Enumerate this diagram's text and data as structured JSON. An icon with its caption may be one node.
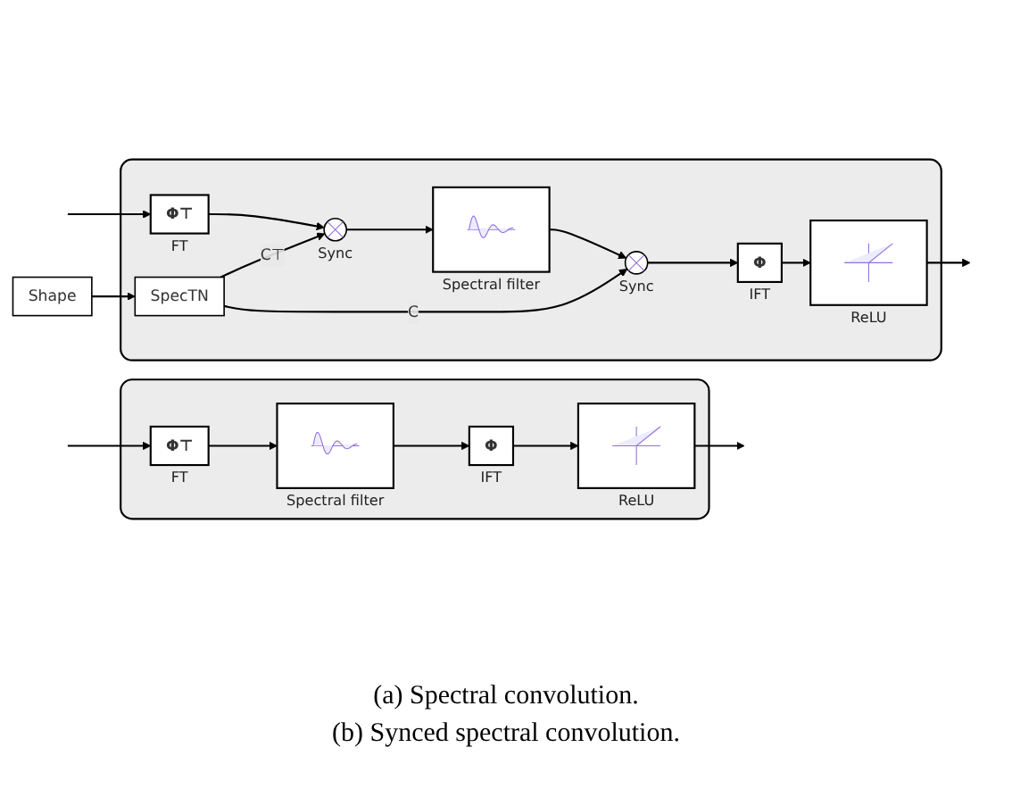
{
  "diagram": {
    "nodes": [
      {
        "text": [],
        "shape": "box"
      },
      {
        "text": [
          "Φ⊤"
        ],
        "beside": [
          "FT"
        ],
        "in": 0
      },
      {
        "text": [],
        "shape": "picture",
        "beside": [
          "Spectral filter"
        ],
        "in": 0
      },
      {
        "text": [
          "Φ"
        ],
        "beside": [
          "IFT"
        ],
        "in": 0
      },
      {
        "text": [],
        "shape": "picture",
        "beside": [
          "ReLU"
        ],
        "in": 0
      },
      {
        "text": [
          "Shape"
        ]
      },
      {
        "text": [],
        "shape": "box"
      },
      {
        "text": [
          "SpecTN"
        ],
        "in": 6
      },
      {
        "text": [
          "Φ⊤"
        ],
        "beside": [
          "FT"
        ],
        "in": 6
      },
      {
        "text": [],
        "shape": "circle",
        "beside": [
          "Sync"
        ],
        "in": 6
      },
      {
        "text": [],
        "shape": "picture",
        "beside": [
          "Spectral filter"
        ],
        "in": 6
      },
      {
        "text": [],
        "shape": "circle",
        "beside": [
          "Sync"
        ],
        "in": 6
      },
      {
        "text": [
          "Φ"
        ],
        "beside": [
          "IFT"
        ],
        "in": 6
      },
      {
        "text": [],
        "shape": "picture",
        "beside": [
          "ReLU"
        ],
        "in": 6
      }
    ],
    "edges": [
      {
        "from": null,
        "to": 1,
        "arrow": "to"
      },
      {
        "from": 1,
        "to": 2,
        "arrow": "to"
      },
      {
        "from": 2,
        "to": 3,
        "arrow": "to"
      },
      {
        "from": 3,
        "to": 4,
        "arrow": "to"
      },
      {
        "from": 4,
        "to": null,
        "arrow": "to"
      },
      {
        "from": 5,
        "to": 7,
        "arrow": "to"
      },
      {
        "from": null,
        "to": 8,
        "arrow": "to"
      },
      {
        "from": 8,
        "to": 9,
        "arrow": "to"
      },
      {
        "from": 9,
        "to": 10,
        "arrow": "to"
      },
      {
        "from": 10,
        "to": 11,
        "arrow": "to"
      },
      {
        "from": 11,
        "to": 12,
        "arrow": "to"
      },
      {
        "from": 12,
        "to": 13,
        "arrow": "to"
      },
      {
        "from": 13,
        "to": null,
        "arrow": "to"
      },
      {
        "from": 7,
        "to": 9,
        "arrow": "to",
        "label": "C⊤"
      },
      {
        "from": 7,
        "to": 11,
        "arrow": "to",
        "label": "C"
      }
    ],
    "labels": [
      "(a) Spectral convolution.",
      "(b) Synced spectral convolution."
    ]
  }
}
